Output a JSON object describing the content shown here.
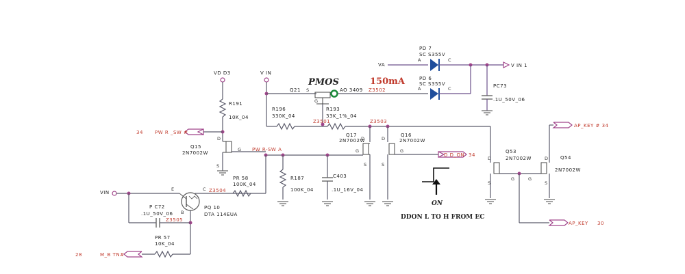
{
  "title_note": "PMOS",
  "current_note": "150mA",
  "ports": {
    "vdd3": "VD D3",
    "vin_top": "V IN",
    "va": "VA",
    "vin1": "V IN 1",
    "vin_left": "VIN",
    "pwr_sw": "PW R _SW #",
    "pwr_sw_num": "34",
    "dd_on": "D D_ON",
    "dd_on_num": "34",
    "ap_key_hash": "AP_KEY # 34",
    "ap_key": "AP_KEY",
    "ap_key_num": "30",
    "mbtn": "M_B TN#",
    "mbtn_num": "28"
  },
  "nets": {
    "pwr_swa": "PW R-SW A",
    "z3502": "Z3502",
    "z3501": "Z3501",
    "z3503": "Z3503",
    "z3504": "Z3504",
    "z3505": "Z3505"
  },
  "parts": {
    "pd7": "PD 7",
    "pd7_val": "SC S355V",
    "pd6": "PD 6",
    "pd6_val": "SC S355V",
    "q21": "Q21",
    "q21_val": "AO 3409",
    "pc73": "PC73",
    "pc73_val": ".1U_50V_06",
    "r191": "R191",
    "r191_val": "10K_04",
    "r196": "R196",
    "r196_val": "330K_04",
    "r193": "R193",
    "r193_val": "33K_1%_04",
    "q15": "Q15",
    "q15_val": "2N7002W",
    "q17": "Q17",
    "q17_val": "2N7002W",
    "q16": "Q16",
    "q16_val": "2N7002W",
    "q53": "Q53",
    "q53_val": "2N7002W",
    "q54": "Q54",
    "q54_val": "2N7002W",
    "pr58": "PR 58",
    "pr58_val": "100K_04",
    "r187": "R187",
    "r187_val": "100K_04",
    "c403": "C403",
    "c403_val": ".1U_16V_04",
    "pq10": "PQ 10",
    "pq10_val": "DTA 114EUA",
    "pc72": "P C72",
    "pc72_val": ".1U_50V_06",
    "pr57": "PR 57",
    "pr57_val": "10K_04"
  },
  "pins": {
    "a": "A",
    "c": "C",
    "s": "S",
    "d": "D",
    "g": "G",
    "e": "E",
    "b": "B"
  },
  "annotation": {
    "on": "ON",
    "text": "DDON L TO H FROM EC"
  },
  "colors": {
    "wire": "#5a5a6a",
    "net_label": "#c0392b",
    "junction": "#a0448a",
    "diode": "#1f4e9c",
    "marker": "#1a8a3a"
  }
}
